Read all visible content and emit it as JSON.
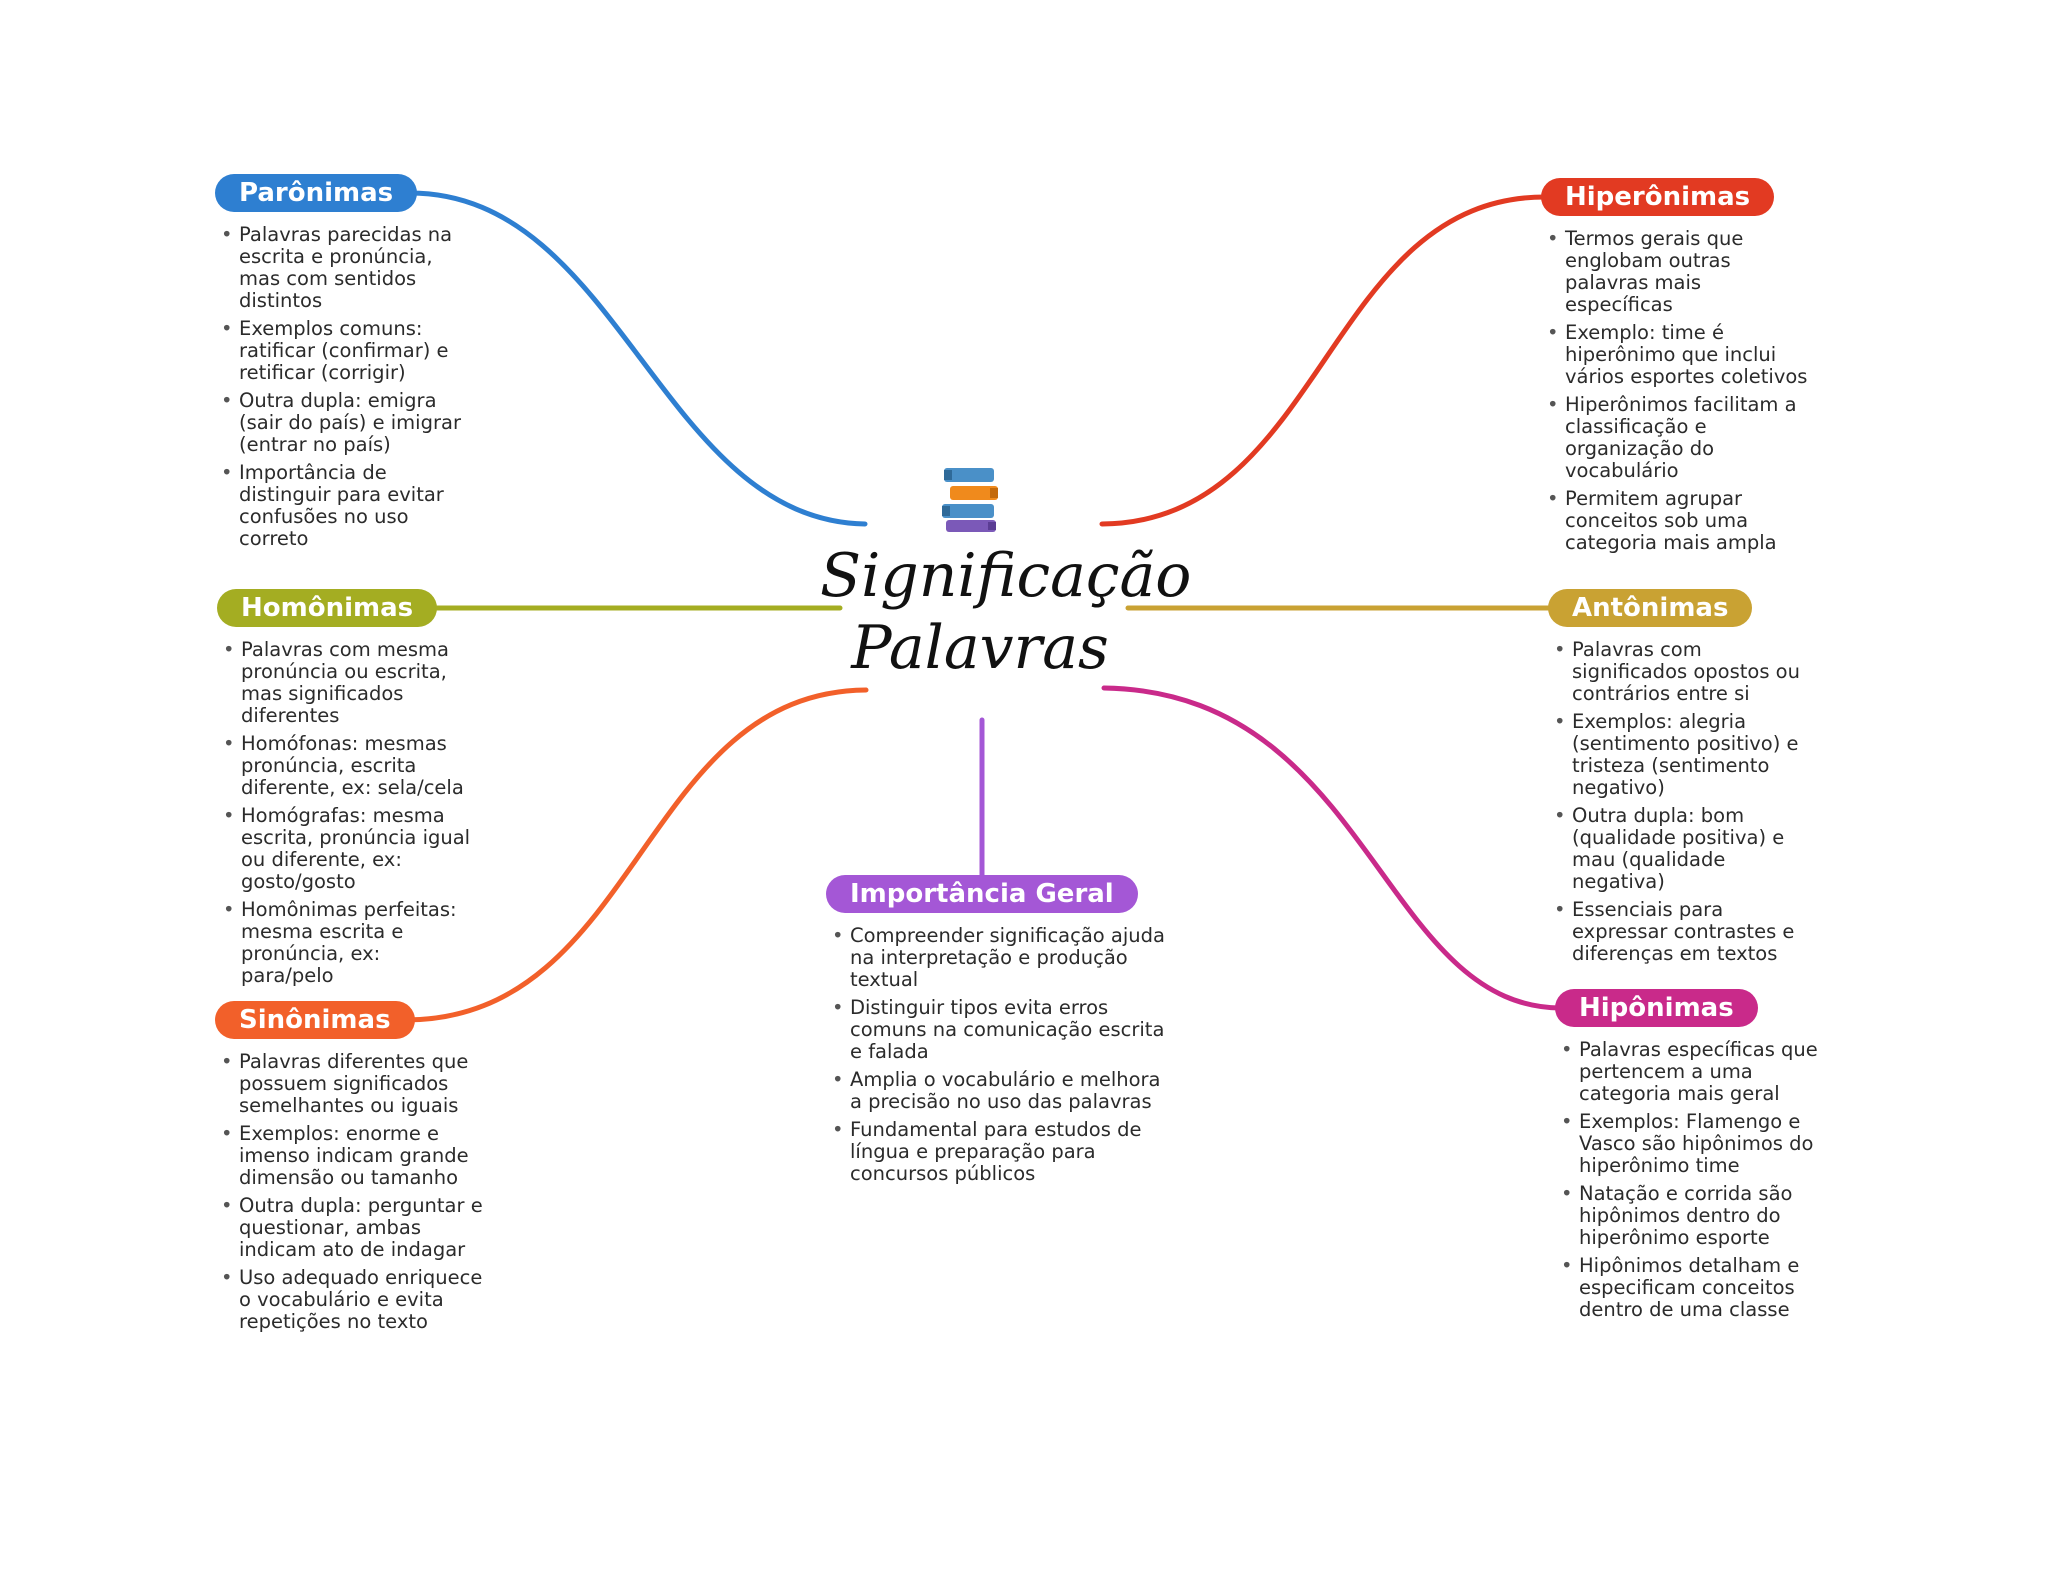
{
  "center": {
    "title_line1": "Significação",
    "title_line2": "Palavras",
    "icon": "books-icon"
  },
  "branches": {
    "paronimas": {
      "title": "Parônimas",
      "color": "#2e7fd1",
      "items": [
        "Palavras parecidas na escrita e pronúncia, mas com sentidos distintos",
        "Exemplos comuns: ratificar (confirmar) e retificar (corrigir)",
        "Outra dupla: emigra (sair do país) e imigrar (entrar no país)",
        "Importância de distinguir para evitar confusões no uso correto"
      ]
    },
    "homonimas": {
      "title": "Homônimas",
      "color": "#a4ad22",
      "items": [
        "Palavras com mesma pronúncia ou escrita, mas significados diferentes",
        "Homófonas: mesmas pronúncia, escrita diferente, ex: sela/cela",
        "Homógrafas: mesma escrita, pronúncia igual ou diferente, ex: gosto/gosto",
        "Homônimas perfeitas: mesma escrita e pronúncia, ex: para/pelo"
      ]
    },
    "sinonimas": {
      "title": "Sinônimas",
      "color": "#f2602a",
      "items": [
        "Palavras diferentes que possuem significados semelhantes ou iguais",
        "Exemplos: enorme e imenso indicam grande dimensão ou tamanho",
        "Outra dupla: perguntar e questionar, ambas indicam ato de indagar",
        "Uso adequado enriquece o vocabulário e evita repetições no texto"
      ]
    },
    "importancia": {
      "title": "Importância Geral",
      "color": "#a457d6",
      "items": [
        "Compreender significação ajuda na interpretação e produção textual",
        "Distinguir tipos evita erros comuns na comunicação escrita e falada",
        "Amplia o vocabulário e melhora a precisão no uso das palavras",
        "Fundamental para estudos de língua e preparação para concursos públicos"
      ]
    },
    "hiperonimas": {
      "title": "Hiperônimas",
      "color": "#e23a22",
      "items": [
        "Termos gerais que englobam outras palavras mais específicas",
        "Exemplo: time é hiperônimo que inclui vários esportes coletivos",
        "Hiperônimos facilitam a classificação e organização do vocabulário",
        "Permitem agrupar conceitos sob uma categoria mais ampla"
      ]
    },
    "antonimas": {
      "title": "Antônimas",
      "color": "#c9a233",
      "items": [
        "Palavras com significados opostos ou contrários entre si",
        "Exemplos: alegria (sentimento positivo) e tristeza (sentimento negativo)",
        "Outra dupla: bom (qualidade positiva) e mau (qualidade negativa)",
        "Essenciais para expressar contrastes e diferenças em textos"
      ]
    },
    "hiponimas": {
      "title": "Hipônimas",
      "color": "#c92a8a",
      "items": [
        "Palavras específicas que pertencem a uma categoria mais geral",
        "Exemplos: Flamengo e Vasco são hipônimos do hiperônimo time",
        "Natação e corrida são hipônimos dentro do hiperônimo esporte",
        "Hipônimos detalham e especificam conceitos dentro de uma classe"
      ]
    }
  }
}
